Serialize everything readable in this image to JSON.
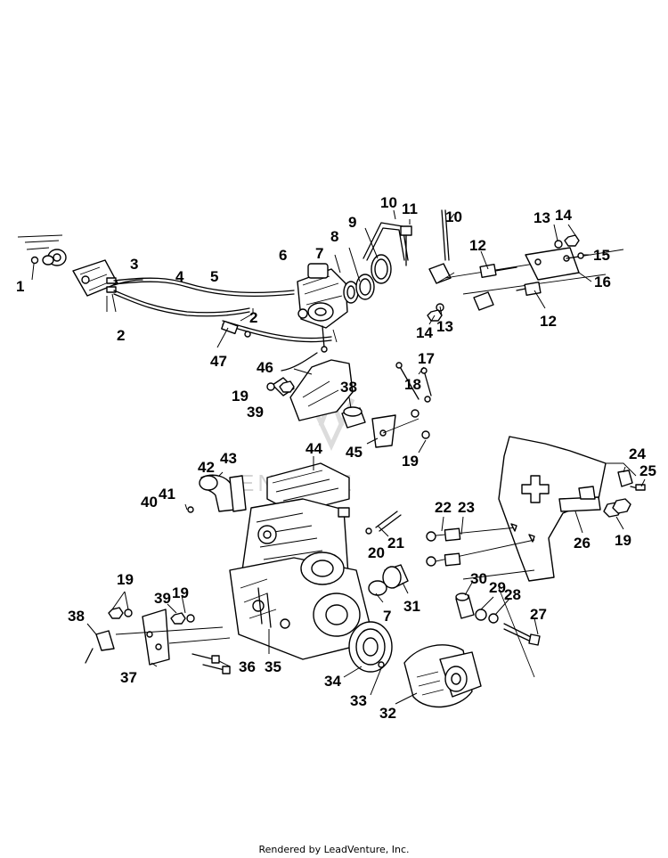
{
  "callouts": [
    "1",
    "2",
    "2",
    "3",
    "4",
    "5",
    "2",
    "47",
    "6",
    "7",
    "8",
    "9",
    "10",
    "11",
    "10",
    "12",
    "13",
    "14",
    "15",
    "16",
    "12",
    "14",
    "13",
    "46",
    "19",
    "39",
    "38",
    "18",
    "17",
    "45",
    "19",
    "44",
    "42",
    "43",
    "41",
    "40",
    "22",
    "23",
    "20",
    "21",
    "24",
    "25",
    "26",
    "19",
    "19",
    "38",
    "39",
    "19",
    "37",
    "36",
    "35",
    "7",
    "31",
    "30",
    "29",
    "28",
    "27",
    "34",
    "33",
    "32"
  ],
  "watermark": "ENTURE",
  "footer": "Rendered by LeadVenture, Inc."
}
